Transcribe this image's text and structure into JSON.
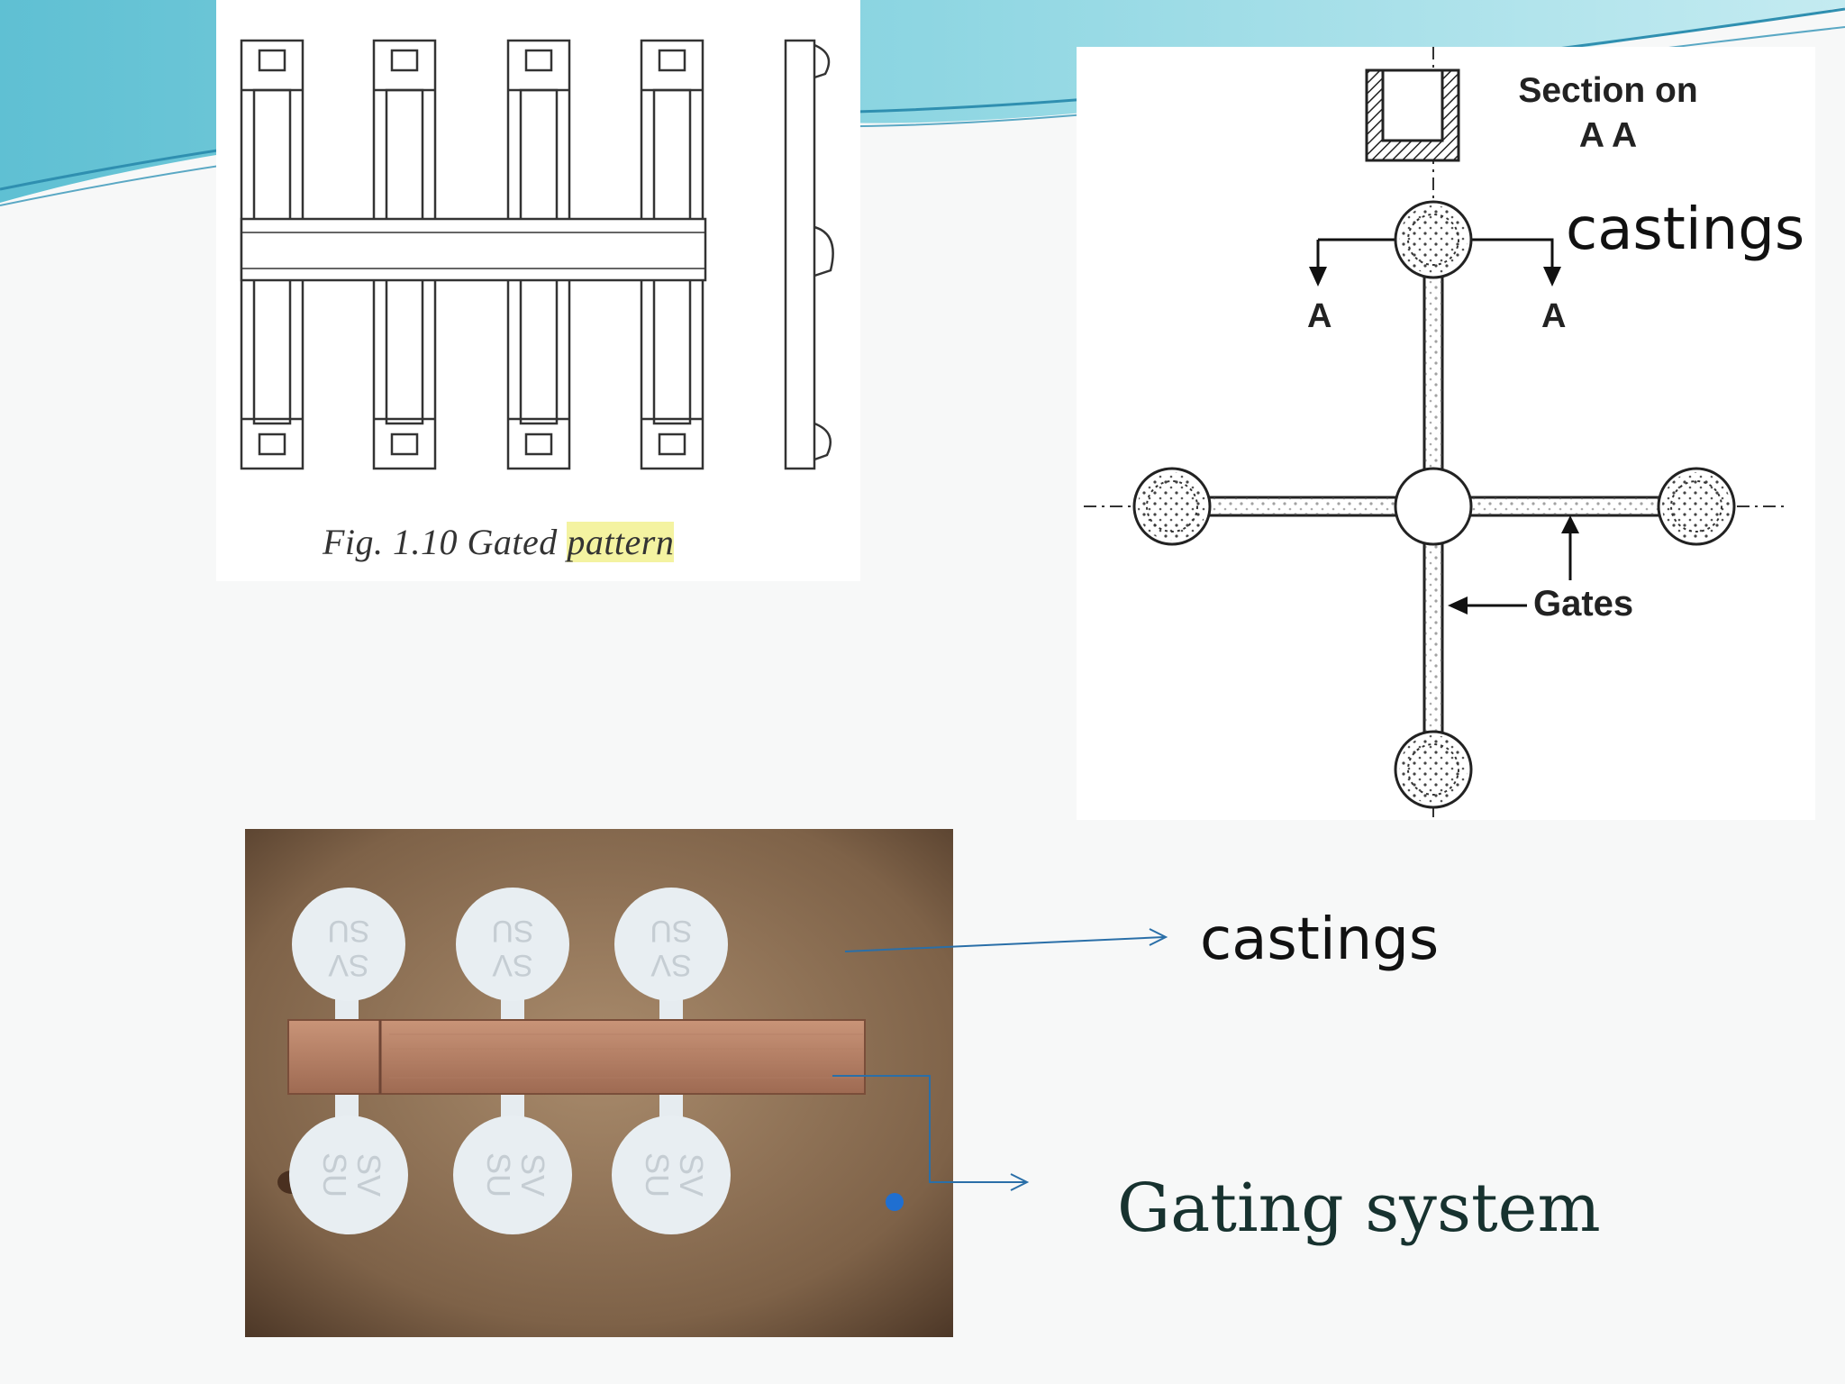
{
  "slide": {
    "accent_color": "#6cc7d6",
    "figure_left": {
      "caption_prefix": "Fig. 1.10 Gated ",
      "caption_highlight": "pattern"
    },
    "figure_right": {
      "section_label_line1": "Section on",
      "section_label_line2": "A A",
      "a_left": "A",
      "a_right": "A",
      "gates_label": "Gates"
    },
    "labels": {
      "castings_top": "castings",
      "castings_mid": "castings",
      "gating_system": "Gating system"
    },
    "photo": {
      "disc_text_line1": "SV",
      "disc_text_line2": "SU"
    }
  }
}
